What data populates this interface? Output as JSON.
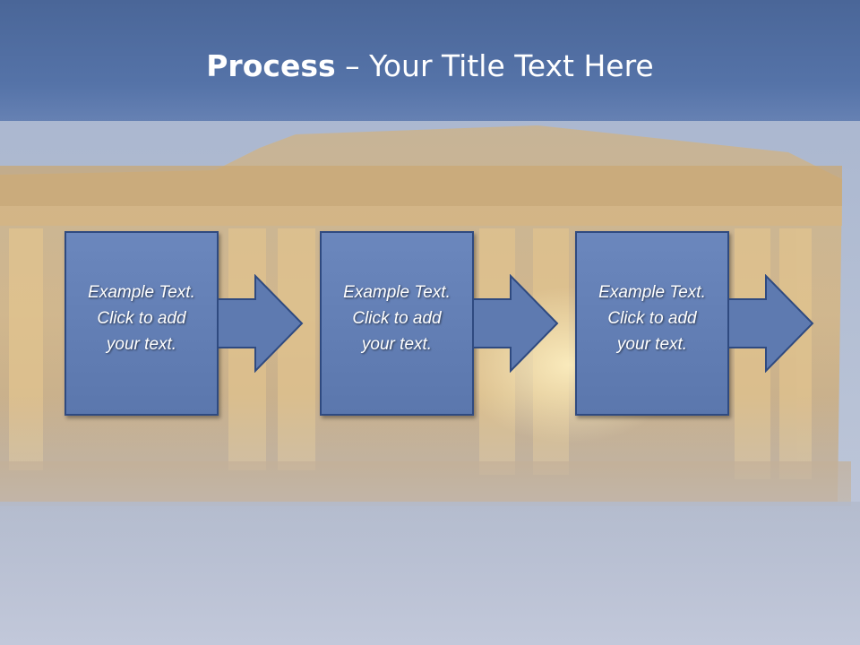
{
  "slide": {
    "title_bold": "Process",
    "title_rest": " – Your Title Text Here",
    "steps": [
      {
        "line1": "Example Text.",
        "line2": "Click  to add",
        "line3": "your text."
      },
      {
        "line1": "Example Text.",
        "line2": "Click  to add",
        "line3": "your text."
      },
      {
        "line1": "Example Text.",
        "line2": "Click  to add",
        "line3": "your text."
      }
    ]
  },
  "colors": {
    "title_band": "#4a6698",
    "box_fill": "#6381b8",
    "box_border": "#2f4a80",
    "text": "#ffffff"
  }
}
